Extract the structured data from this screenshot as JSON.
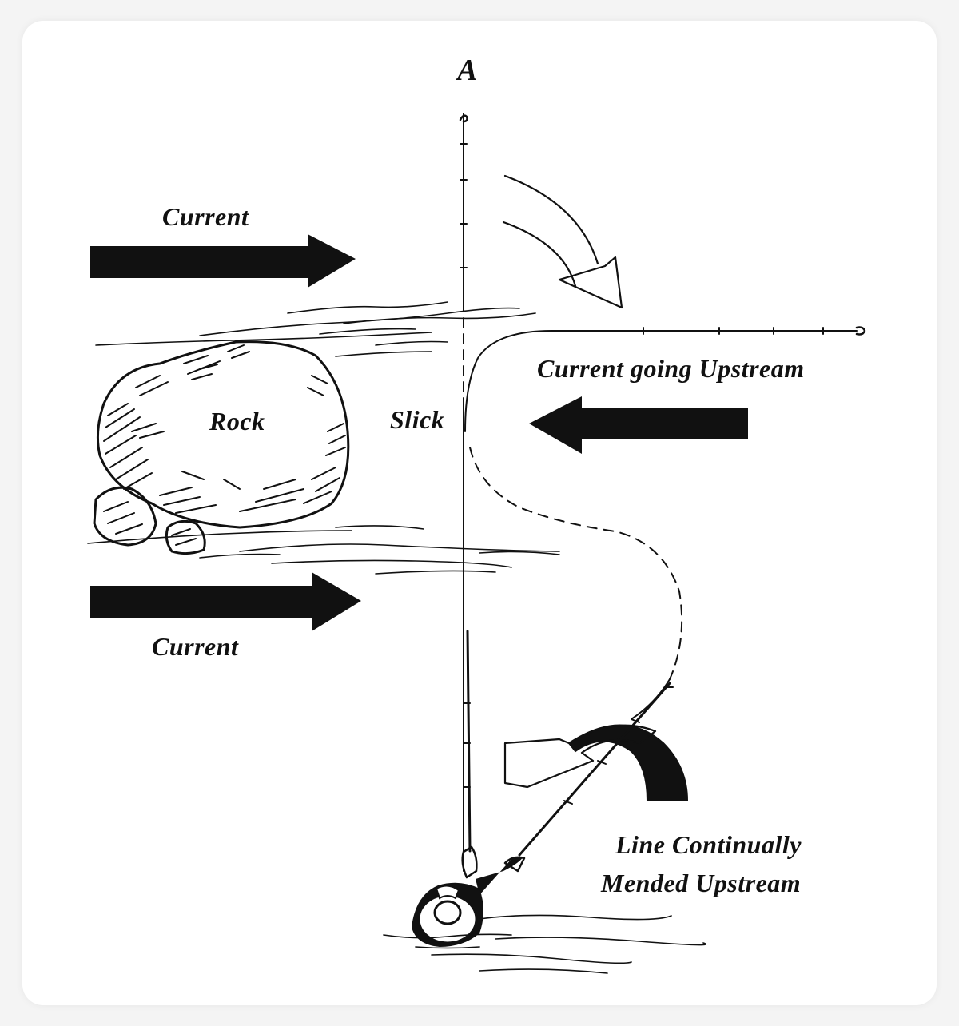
{
  "labels": {
    "point_a": "A",
    "current_top": "Current",
    "current_bottom": "Current",
    "rock": "Rock",
    "slick": "Slick",
    "current_upstream": "Current going Upstream",
    "mend_line1": "Line Continually",
    "mend_line2": "Mended Upstream"
  },
  "colors": {
    "ink": "#111111",
    "paper": "#ffffff",
    "background": "#f4f4f4"
  },
  "icons": {
    "arrows": "solid-block-arrow",
    "curved_arrows": "outline-curved-arrow",
    "rock": "hatched-boulder",
    "angler": "fisherman-figure"
  }
}
